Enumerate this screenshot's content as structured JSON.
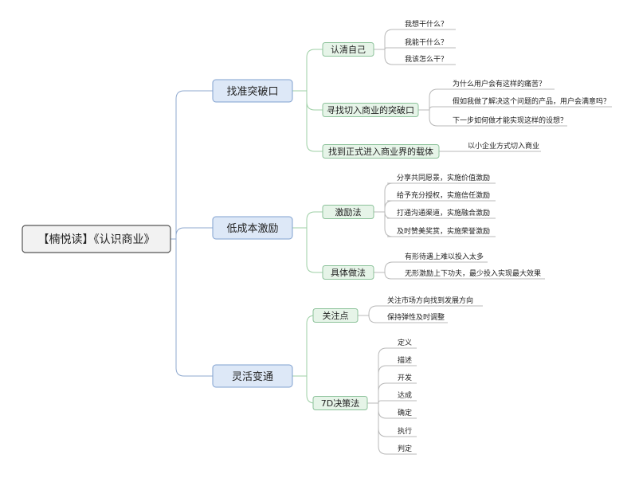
{
  "root": {
    "label": "【楠悦读】《认识商业》",
    "children": [
      {
        "label": "找准突破口",
        "children": [
          {
            "label": "认清自己",
            "children": [
              "我想干什么？",
              "我能干什么？",
              "我该怎么干？"
            ]
          },
          {
            "label": "寻找切入商业的突破口",
            "children": [
              "为什么用户会有这样的痛苦？",
              "假如我做了解决这个问题的产品，用户会满意吗？",
              "下一步如何做才能实现这样的设想？"
            ]
          },
          {
            "label": "找到正式进入商业界的载体",
            "children": [
              "以小企业方式切入商业"
            ]
          }
        ]
      },
      {
        "label": "低成本激励",
        "children": [
          {
            "label": "激励法",
            "children": [
              "分享共同愿景，实施价值激励",
              "给予充分授权，实施信任激励",
              "打通沟通渠道，实施融合激励",
              "及时赞美奖赏，实施荣誉激励"
            ]
          },
          {
            "label": "具体做法",
            "children": [
              "有形待遇上难以投入太多",
              "无形激励上下功夫，最少投入实现最大效果"
            ]
          }
        ]
      },
      {
        "label": "灵活变通",
        "children": [
          {
            "label": "关注点",
            "children": [
              "关注市场方向找到发展方向",
              "保持弹性及时调整"
            ]
          },
          {
            "label": "7D决策法",
            "children": [
              "定义",
              "描述",
              "开发",
              "达成",
              "确定",
              "执行",
              "判定"
            ]
          }
        ]
      }
    ]
  },
  "colors": {
    "root_fill": "#f2f2f2",
    "root_stroke": "#555555",
    "main_fill": "#dde8f7",
    "main_stroke": "#7fa0cf",
    "sub_fill": "#e6f4e8",
    "sub_stroke": "#8cc29a",
    "main_line": "#8fa9cf",
    "sub_line": "#9ccfa4",
    "leaf_line": "#b8b8b8",
    "text": "#222222"
  }
}
